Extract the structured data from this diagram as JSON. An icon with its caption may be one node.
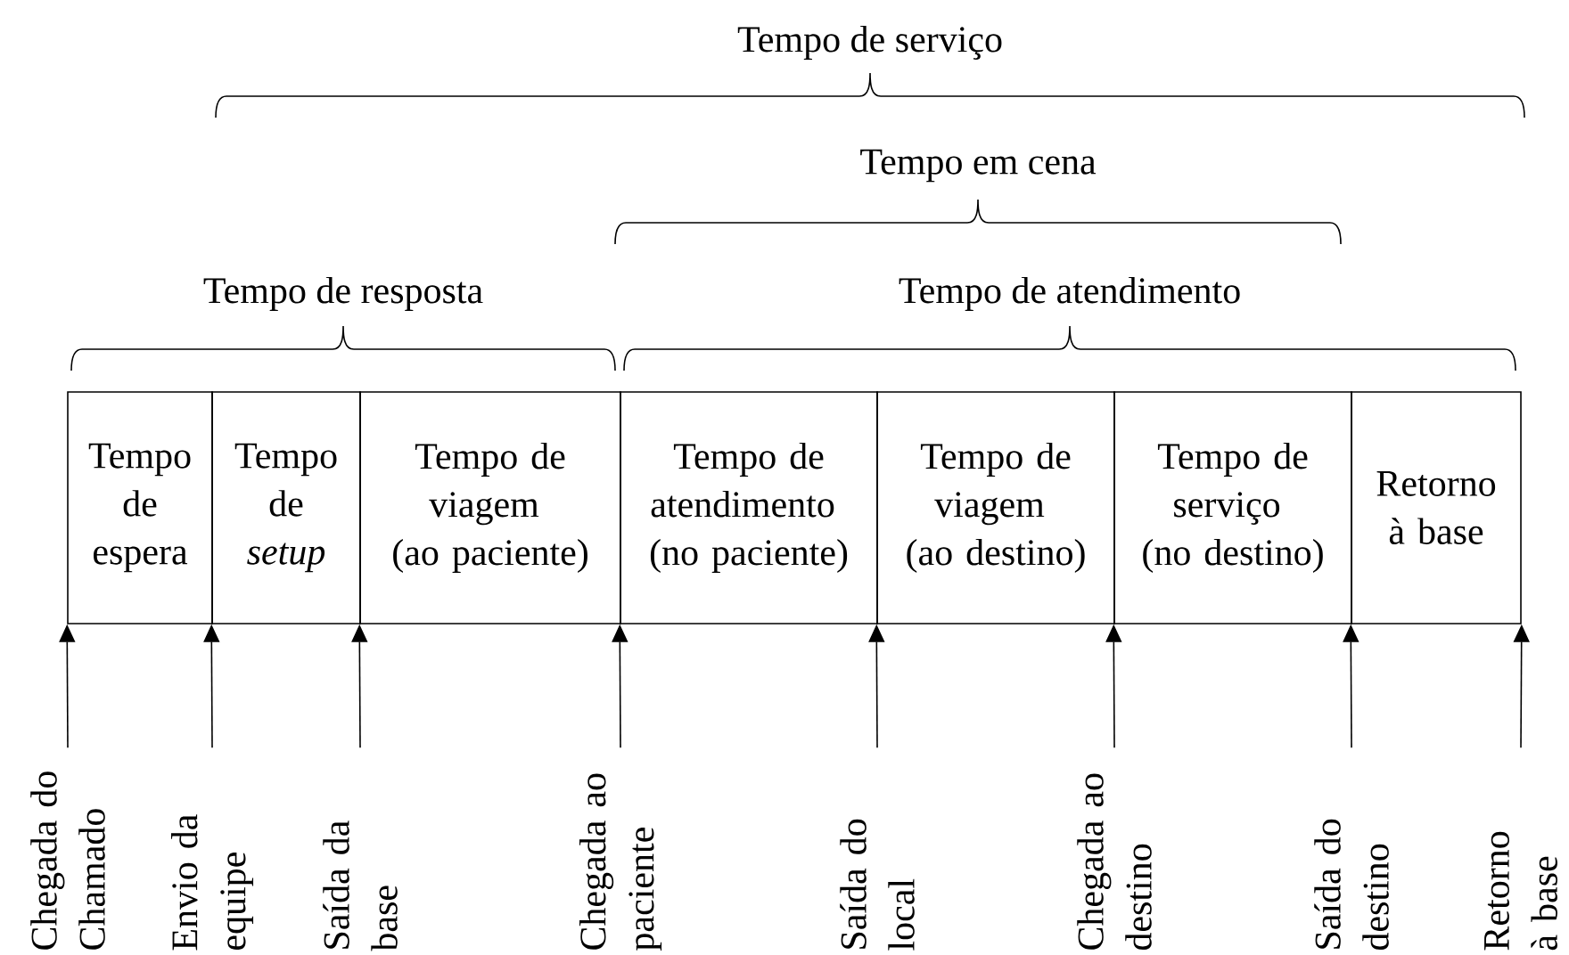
{
  "diagram": {
    "nodes": [
      {
        "text": [
          "Tempo de espera"
        ]
      },
      {
        "text": [
          "Tempo de *setup*"
        ]
      },
      {
        "text": [
          "Tempo de viagem (ao paciente)"
        ]
      },
      {
        "text": [
          "Tempo de atendimento (no paciente)"
        ]
      },
      {
        "text": [
          "Tempo de viagem (ao destino)"
        ]
      },
      {
        "text": [
          "Tempo de serviço (no destino)"
        ]
      },
      {
        "text": [
          "Retorno à base"
        ]
      },
      {
        "text": [
          "Chegada do Chamado"
        ]
      },
      {
        "text": [
          "Envio da equipe"
        ]
      },
      {
        "text": [
          "Saída da base"
        ]
      },
      {
        "text": [
          "Chegada ao paciente"
        ]
      },
      {
        "text": [
          "Saída do local"
        ]
      },
      {
        "text": [
          "Chegada ao destino"
        ]
      },
      {
        "text": [
          "Saída do destino"
        ]
      },
      {
        "text": [
          "Retorno à base"
        ]
      }
    ],
    "edges": [
      {
        "from": 7,
        "to": 0,
        "arrow": "to"
      },
      {
        "from": 8,
        "to": 1,
        "arrow": "to"
      },
      {
        "from": 9,
        "to": 2,
        "arrow": "to"
      },
      {
        "from": 10,
        "to": 3,
        "arrow": "to"
      },
      {
        "from": 11,
        "to": 4,
        "arrow": "to"
      },
      {
        "from": 12,
        "to": 5,
        "arrow": "to"
      },
      {
        "from": 13,
        "to": 6,
        "arrow": "to"
      },
      {
        "from": 14,
        "to": 6,
        "arrow": "to"
      }
    ],
    "labels": [
      "Tempo de serviço",
      "Tempo em cena",
      "Tempo de resposta",
      "Tempo de atendimento"
    ]
  }
}
